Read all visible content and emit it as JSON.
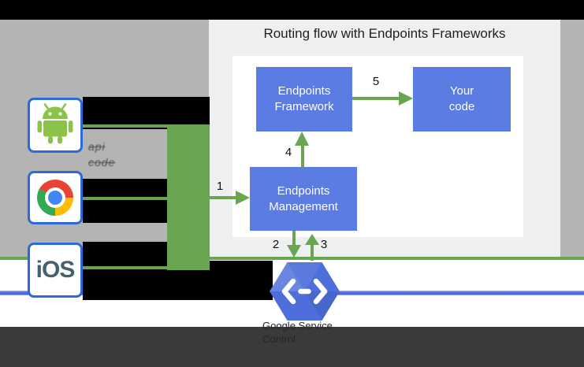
{
  "diagram": {
    "title": "Routing flow with Endpoints Frameworks",
    "nodes": {
      "framework": "Endpoints\nFramework",
      "your_code": "Your\ncode",
      "management": "Endpoints\nManagement"
    },
    "steps": {
      "s1": "1",
      "s2": "2",
      "s3": "3",
      "s4": "4",
      "s5": "5"
    },
    "clients": [
      {
        "name": "Android client",
        "icon": "android-robot-icon"
      },
      {
        "name": "Chrome browser client",
        "icon": "chrome-browser-icon"
      },
      {
        "name": "iOS client",
        "label": "iOS"
      }
    ],
    "hexagon": {
      "icon": "endpoints-hexagon-icon",
      "glyph": "<->"
    },
    "caption": {
      "line1": "Google Service",
      "line2": "Control"
    },
    "faint_text": {
      "line1": "api",
      "line2": "code"
    },
    "colors": {
      "flow_green": "#6aa551",
      "node_blue": "#5b7ce3",
      "hexagon_blue": "#4e6fdb",
      "service_line_blue": "#4659d8",
      "panel_gray": "#edeff0",
      "background_gray": "#b4b4b4",
      "top_bar": "#000000",
      "bottom_bar": "#3a3a3c",
      "client_border_blue": "#2b6bd9",
      "ios_text": "#46606e"
    }
  }
}
